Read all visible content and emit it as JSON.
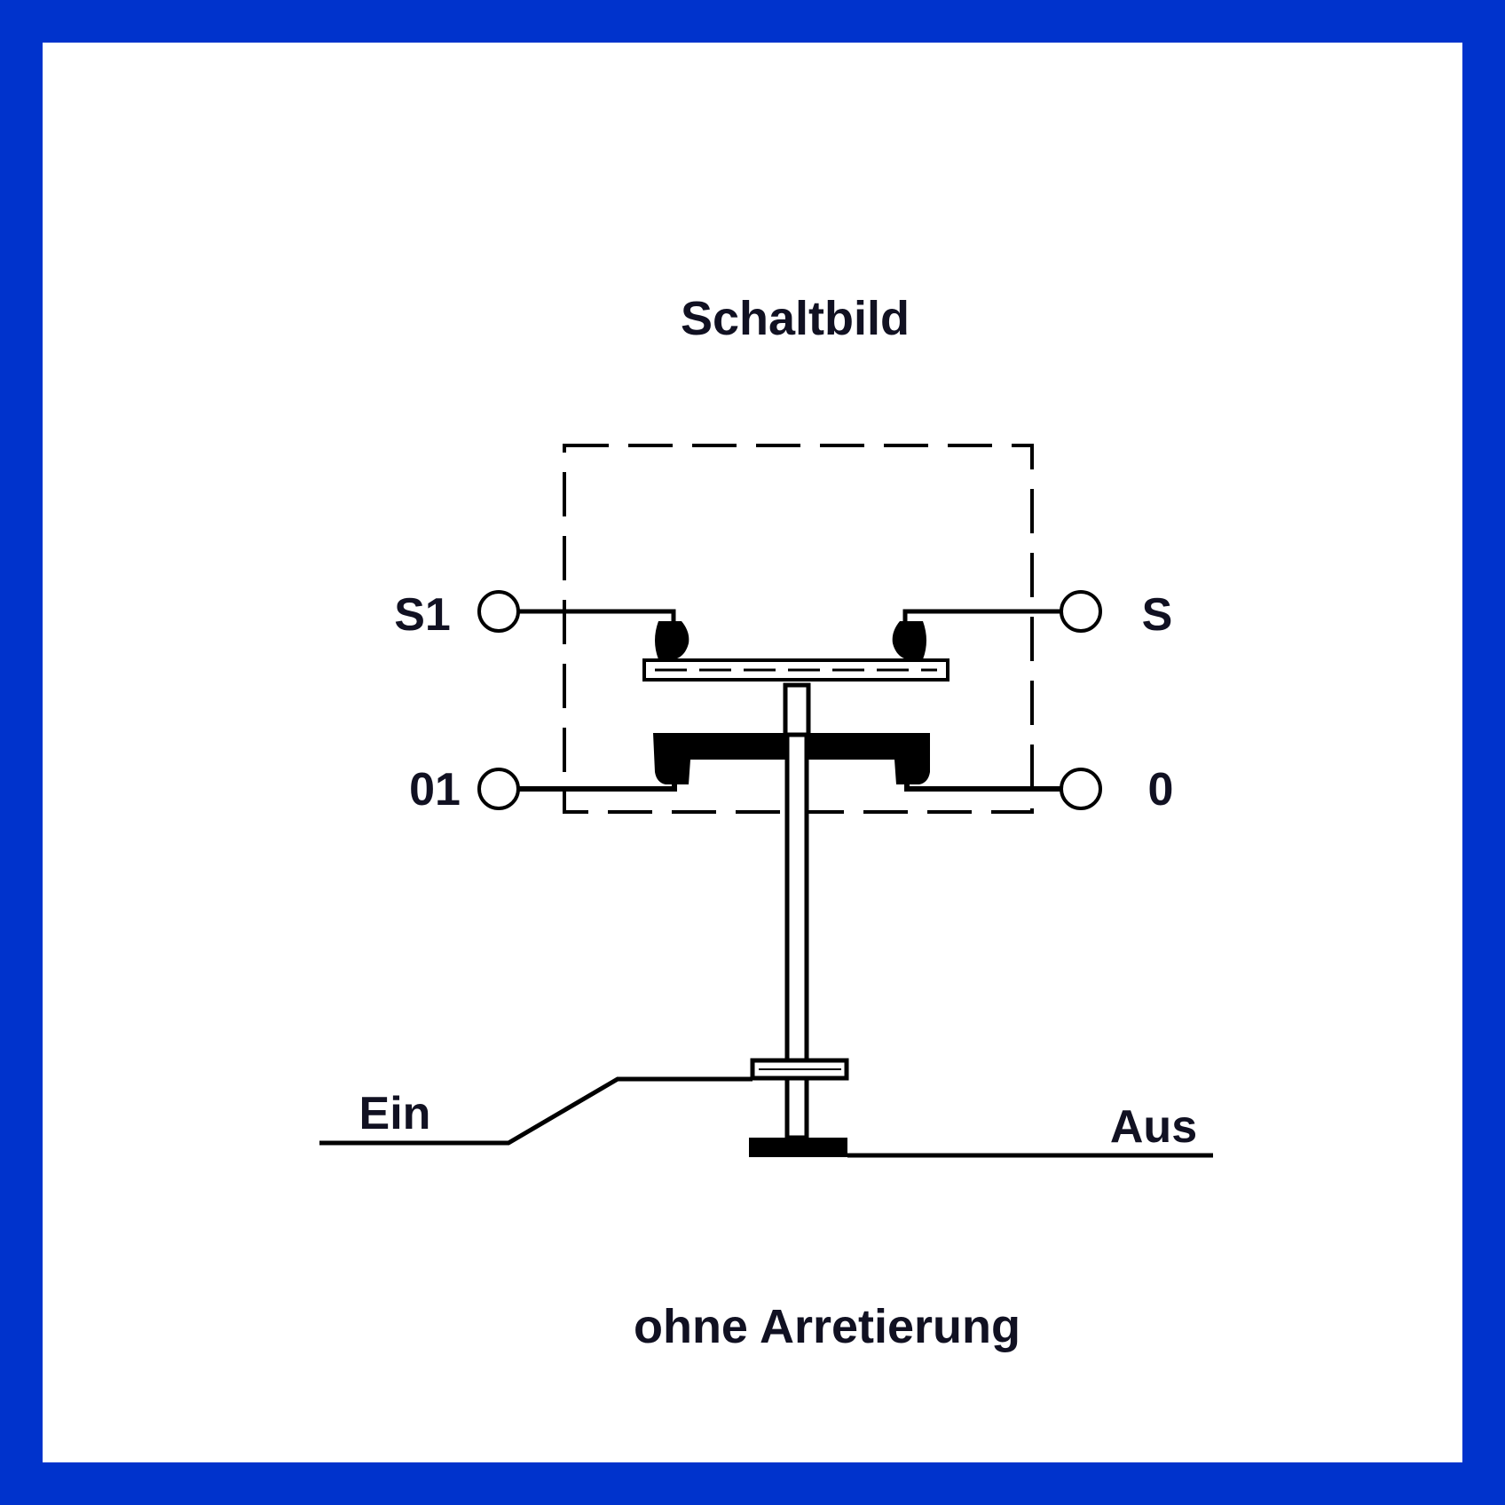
{
  "title": "Schaltbild",
  "caption": "ohne Arretierung",
  "terminals": {
    "top_left": "S1",
    "top_right": "S",
    "bottom_left": "01",
    "bottom_right": "0"
  },
  "positions": {
    "on": "Ein",
    "off": "Aus"
  },
  "colors": {
    "border": "#0033cc",
    "background": "#ffffff",
    "line": "#000000"
  }
}
